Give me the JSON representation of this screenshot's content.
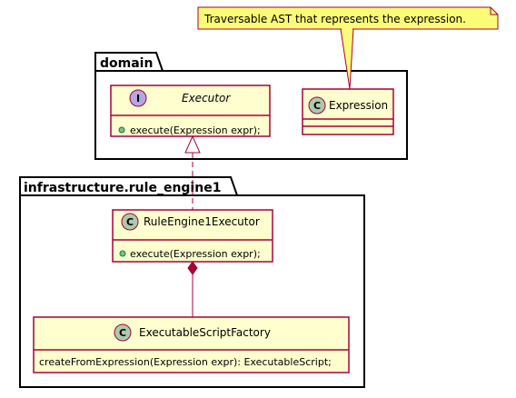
{
  "note": {
    "text": "Traversable AST that represents the expression."
  },
  "packages": {
    "domain": {
      "name": "domain"
    },
    "infrastructure": {
      "name": "infrastructure.rule_engine1"
    }
  },
  "classes": {
    "executor": {
      "stereotype_letter": "I",
      "name": "Executor",
      "members": [
        "execute(Expression expr);"
      ]
    },
    "expression": {
      "stereotype_letter": "C",
      "name": "Expression"
    },
    "rule_engine": {
      "stereotype_letter": "C",
      "name": "RuleEngine1Executor",
      "members": [
        "execute(Expression expr);"
      ]
    },
    "factory": {
      "stereotype_letter": "C",
      "name": "ExecutableScriptFactory",
      "members": [
        "createFromExpression(Expression expr): ExecutableScript;"
      ]
    }
  },
  "colors": {
    "class_fill": "#fefece",
    "class_border": "#a80036",
    "interface_badge": "#b4a7e5",
    "class_badge": "#adc9ad",
    "note_fill": "#fbfb77",
    "note_border": "#a80036",
    "package_border": "#000000",
    "method_dot": "#84be84"
  }
}
